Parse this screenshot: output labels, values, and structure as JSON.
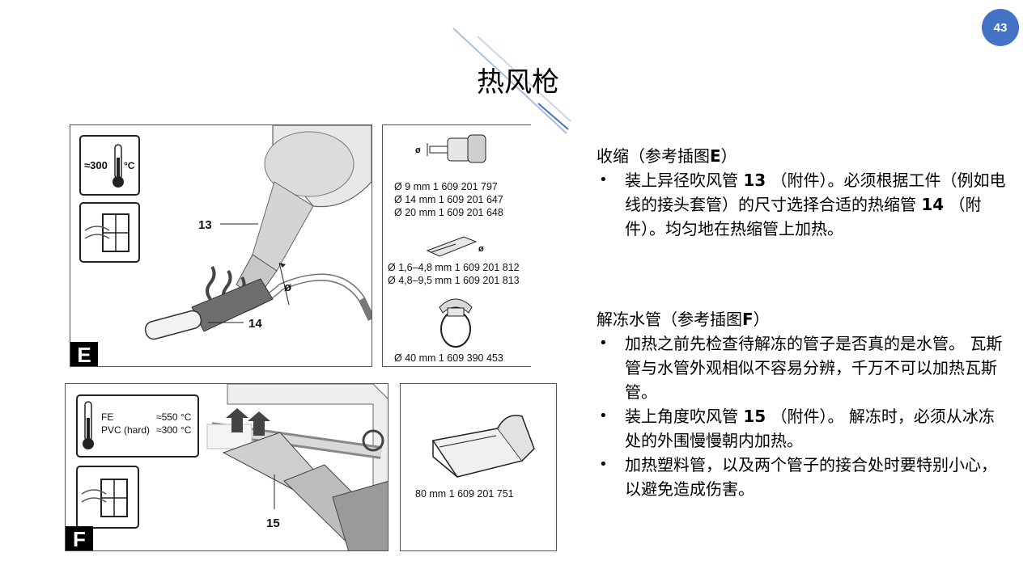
{
  "page": {
    "number": "43",
    "title": "热风枪"
  },
  "figure_e": {
    "label": "E",
    "temp_text": "≈300",
    "temp_unit": "°C",
    "callout_13": "13",
    "callout_14": "14",
    "diameter_symbol": "ø",
    "parts": {
      "reducer_lines": [
        "Ø 9 mm   1 609 201 797",
        "Ø 14 mm   1 609 201 647",
        "Ø 20 mm   1 609 201 648"
      ],
      "nozzle_symbol": "ø",
      "nozzle_lines": [
        "Ø 1,6–4,8 mm 1 609 201 812",
        "Ø 4,8–9,5 mm 1 609 201 813"
      ],
      "reflector_line": "Ø 40 mm   1 609 390 453"
    }
  },
  "figure_f": {
    "label": "F",
    "temp_rows": [
      {
        "material": "FE",
        "value": "≈550 °C"
      },
      {
        "material": "PVC (hard)",
        "value": "≈300 °C"
      }
    ],
    "callout_15": "15",
    "part_line": "80 mm      1 609 201 751"
  },
  "section_shrink": {
    "heading": "收缩（参考插图",
    "heading_ref": "E",
    "heading_end": "）",
    "bullet_1": {
      "a": "装上异径吹风管 ",
      "n1": "13",
      "b": " （附件）。必须根据工件（例如电线的接头套管）的尺寸选择合适的热缩管 ",
      "n2": "14",
      "c": " （附件）。均匀地在热缩管上加热。"
    }
  },
  "section_thaw": {
    "heading": "解冻水管（参考插图",
    "heading_ref": "F",
    "heading_end": "）",
    "bullet_1": "加热之前先检查待解冻的管子是否真的是水管。 瓦斯管与水管外观相似不容易分辨，千万不可以加热瓦斯管。",
    "bullet_2": {
      "a": "装上角度吹风管 ",
      "n": "15",
      "b": " （附件）。 解冻时，必须从冰冻处的外围慢慢朝内加热。"
    },
    "bullet_3": "加热塑料管，以及两个管子的接合处时要特别小心， 以避免造成伤害。"
  },
  "colors": {
    "accent": "#4472c4",
    "deco_lines": "#a9bfe0"
  }
}
